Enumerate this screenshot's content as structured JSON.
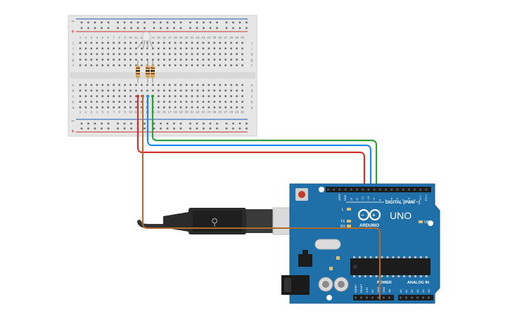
{
  "breadboard": {
    "column_numbers": [
      "1",
      "2",
      "3",
      "4",
      "5",
      "6",
      "7",
      "8",
      "9",
      "10",
      "11",
      "12",
      "13",
      "14",
      "15",
      "16",
      "17",
      "18",
      "19",
      "20",
      "21",
      "22",
      "23",
      "24",
      "25",
      "26",
      "27",
      "28",
      "29",
      "30"
    ],
    "row_letters_top": [
      "j",
      "i",
      "h",
      "g",
      "f"
    ],
    "row_letters_bottom": [
      "e",
      "d",
      "c",
      "b",
      "a"
    ],
    "rail_minus": "−",
    "rail_plus": "+"
  },
  "led": {
    "type": "RGB LED (common cathode)"
  },
  "resistors": {
    "count": 3
  },
  "arduino": {
    "brand_label": "ARDUINO",
    "model_label": "UNO",
    "digital_label": "DIGITAL (PWM ~)",
    "power_label": "POWER",
    "analog_label": "ANALOG IN",
    "on_label": "ON",
    "l_label": "L",
    "tx_label": "TX",
    "rx_label": "RX",
    "top_header_labels": [
      "AREF",
      "GND",
      "13",
      "12",
      "~11",
      "~10",
      "~9",
      "8",
      "7",
      "~6",
      "~5",
      "4",
      "~3",
      "2",
      "TX 1",
      "RX 0"
    ],
    "power_header_labels": [
      "IOREF",
      "RESET",
      "3.3V",
      "5V",
      "GND",
      "GND",
      "Vin"
    ],
    "analog_header_labels": [
      "A0",
      "A1",
      "A2",
      "A3",
      "A4",
      "A5"
    ]
  },
  "wires": [
    {
      "name": "red-wire",
      "color": "#d32f2f"
    },
    {
      "name": "blue-wire",
      "color": "#1e88e5"
    },
    {
      "name": "green-wire",
      "color": "#2e9e3a"
    },
    {
      "name": "brown-wire",
      "color": "#b06a2c"
    }
  ],
  "colors": {
    "board_blue": "#1f6fa8",
    "breadboard_bg": "#e8e8e8",
    "rail_red": "#d32f2f",
    "rail_blue": "#1e5aa8"
  }
}
